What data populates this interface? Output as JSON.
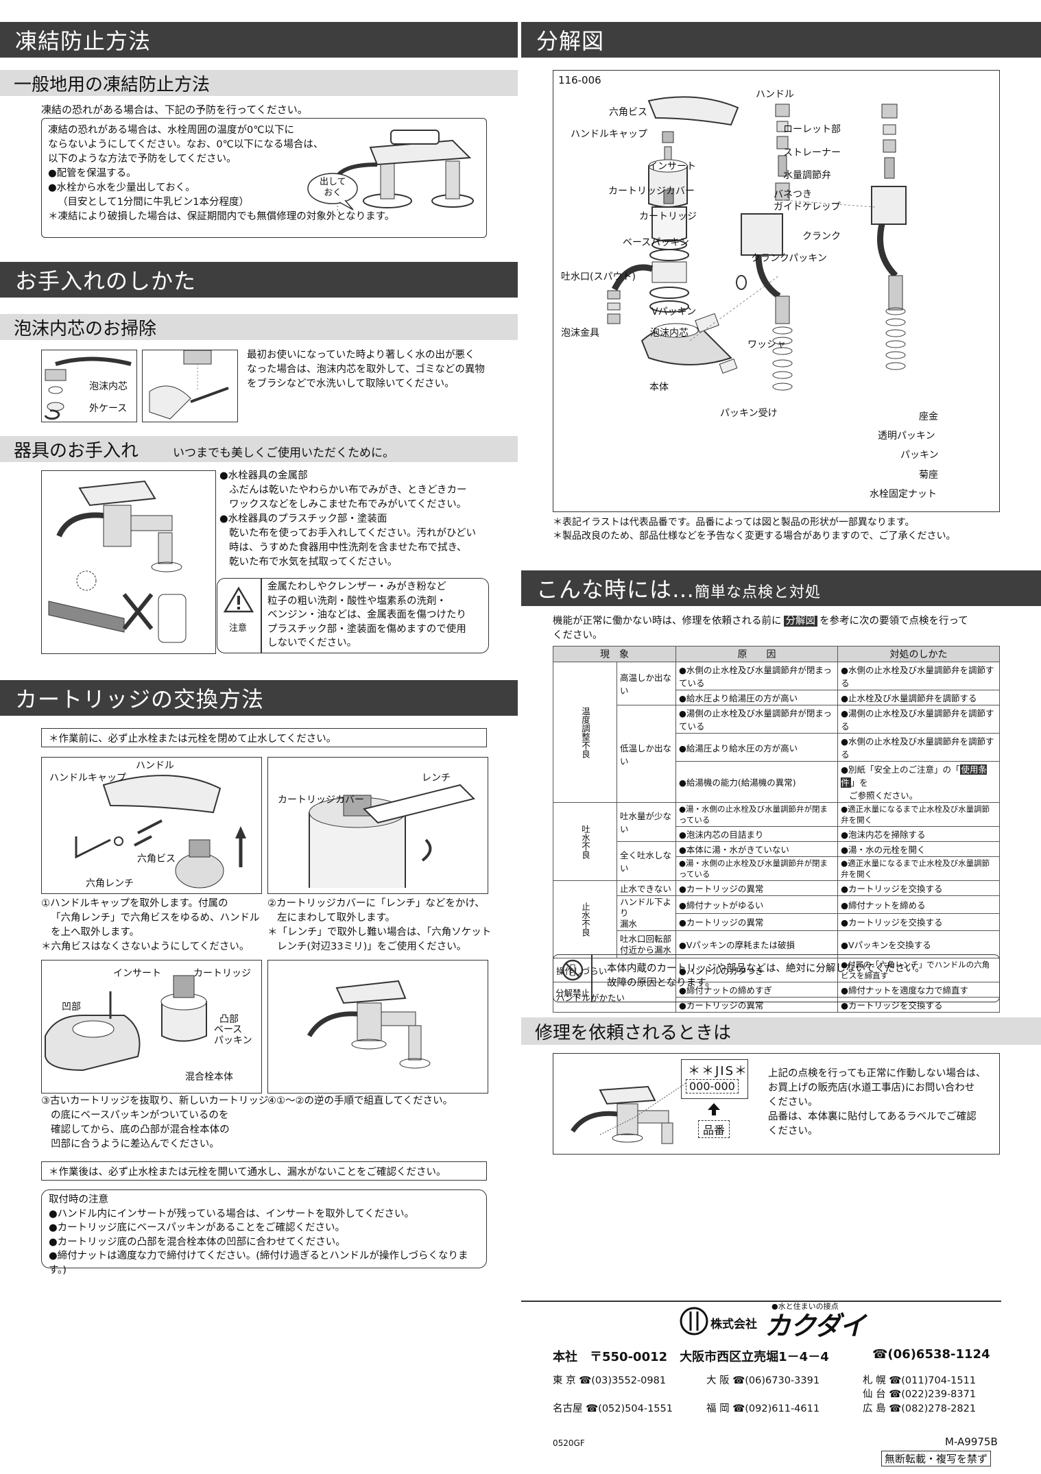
{
  "left": {
    "freeze": {
      "title": "凍結防止方法",
      "sub": "一般地用の凍結防止方法",
      "intro": "凍結の恐れがある場合は、下記の予防を行ってください。",
      "box_lines": [
        "凍結の恐れがある場合は、水栓周囲の温度が0℃以下に",
        "ならないようにしてください。なお、0℃以下になる場合は、",
        "以下のような方法で予防をしてください。",
        "●配管を保温する。",
        "●水栓から水を少量出しておく。",
        "（目安として1分間に牛乳ビン1本分程度）",
        "＊凍結により破損した場合は、保証期間内でも無償修理の対象外となります。"
      ],
      "bubble": [
        "出して",
        "おく"
      ]
    },
    "care": {
      "title": "お手入れのしかた",
      "aerator_title": "泡沫内芯のお掃除",
      "aerator_labels": {
        "inner": "泡沫内芯",
        "outer": "外ケース"
      },
      "aerator_text": [
        "最初お使いになっていた時より著しく水の出が悪く",
        "なった場合は、泡沫内芯を取外して、ゴミなどの異物",
        "をブラシなどで水洗いして取除いてください。"
      ],
      "fixture_title": "器具のお手入れ",
      "fixture_subtitle": "いつまでも美しくご使用いただくために。",
      "fixture_text": [
        "●水栓器具の金属部",
        "ふだんは乾いたやわらかい布でみがき、ときどきカー",
        "ワックスなどをしみこませた布でみがいてください。",
        "●水栓器具のプラスチック部・塗装面",
        "乾いた布を使ってお手入れしてください。汚れがひどい",
        "時は、うすめた食器用中性洗剤を含ませた布で拭き、",
        "乾いた布で水気を拭取ってください。"
      ],
      "caution_text": [
        "金属たわしやクレンザー・みがき粉など",
        "粒子の粗い洗剤・酸性や塩素系の洗剤・",
        "ベンジン・油などは、金属表面を傷つけたり",
        "プラスチック部・塗装面を傷めますので使用",
        "しないでください。"
      ],
      "caution_label": "注意"
    },
    "cartridge": {
      "title": "カートリッジの交換方法",
      "pre_note": "＊作業前に、必ず止水栓または元栓を閉めて止水してください。",
      "fig1_labels": {
        "handle": "ハンドル",
        "cap": "ハンドルキャップ",
        "screw": "六角ビス",
        "wrench": "六角レンチ"
      },
      "fig2_labels": {
        "wrench": "レンチ",
        "cover": "カートリッジカバー"
      },
      "step1": [
        "①ハンドルキャップを取外します。付属の",
        "「六角レンチ」で六角ビスをゆるめ、ハンドル",
        "を上へ取外します。",
        "＊六角ビスはなくさないようにしてください。"
      ],
      "step2": [
        "②カートリッジカバーに「レンチ」などをかけ、",
        "左にまわして取外します。",
        "＊「レンチ」で取外し難い場合は、「六角ソケット",
        "レンチ(対辺33ミリ)」をご使用ください。"
      ],
      "fig3_labels": {
        "insert": "インサート",
        "cartridge": "カートリッジ",
        "recess": "凹部",
        "bump": "凸部",
        "packing1": "ベース",
        "packing2": "パッキン",
        "body": "混合栓本体"
      },
      "step3": [
        "③古いカートリッジを抜取り、新しいカートリッジ",
        "の底にベースパッキンがついているのを",
        "確認してから、底の凸部が混合栓本体の",
        "凹部に合うように差込んでください。"
      ],
      "step4": [
        "④①～②の逆の手順で組直してください。"
      ],
      "post_note": "＊作業後は、必ず止水栓または元栓を開いて通水し、漏水がないことをご確認ください。",
      "install_notes": [
        "取付時の注意",
        "●ハンドル内にインサートが残っている場合は、インサートを取外してください。",
        "●カートリッジ底にベースパッキンがあることをご確認ください。",
        "●カートリッジ底の凸部を混合栓本体の凹部に合わせてください。",
        "●締付ナットは適度な力で締付けてください。(締付け過ぎるとハンドルが操作しづらくなります。)"
      ]
    }
  },
  "right": {
    "exploded": {
      "title": "分解図",
      "model": "116-006",
      "labels": {
        "handle": "ハンドル",
        "hexscrew": "六角ビス",
        "cap": "ハンドルキャップ",
        "insert": "インサート",
        "cover": "カートリッジカバー",
        "cartridge": "カートリッジ",
        "basepacking": "ベースパッキン",
        "spout": "吐水口(スパウト)",
        "vpacking": "Vパッキン",
        "aerator_set": "泡沫金具",
        "aerator_core": "泡沫内芯",
        "washer": "ワッシャ",
        "body": "本体",
        "packingholder": "パッキン受け",
        "knurl": "ローレット部",
        "strainer": "ストレーナー",
        "valve": "水量調節弁",
        "spring1": "バネつき",
        "spring2": "ガイドケレップ",
        "crank": "クランク",
        "crankpacking": "クランクパッキン",
        "seat": "座金",
        "clearpacking": "透明パッキン",
        "packing": "パッキン",
        "kikuza": "菊座",
        "nut": "水栓固定ナット"
      },
      "notes": [
        "＊表記イラストは代表品番です。品番によっては図と製品の形状が一部異なります。",
        "＊製品改良のため、部品仕様などを予告なく変更する場合がありますので、ご了承ください。"
      ]
    },
    "trouble": {
      "title": "こんな時には…",
      "title_sub": "簡単な点検と対処",
      "intro1": "機能が正常に働かない時は、修理を依頼される前に",
      "intro_tag": "分解図",
      "intro2": "を参考に次の要領で点検を行って",
      "intro3": "ください。",
      "headers": [
        "現　象",
        "原　　因",
        "対処のしかた"
      ],
      "cats": {
        "temp": "温度調整不良",
        "flow": "吐水不良",
        "stop": "止水不良"
      },
      "rows": {
        "r1": {
          "sym": "高温しか出ない",
          "c": "●水側の止水栓及び水量調節弁が閉まっている",
          "f": "●水側の止水栓及び水量調節弁を調節する"
        },
        "r2": {
          "c": "●給水圧より給湯圧の方が高い",
          "f": "●止水栓及び水量調節弁を調節する"
        },
        "r3": {
          "sym": "低温しか出ない",
          "c": "●湯側の止水栓及び水量調節弁が閉まっている",
          "f": "●湯側の止水栓及び水量調節弁を調節する"
        },
        "r4": {
          "c": "●給湯圧より給水圧の方が高い",
          "f": "●水側の止水栓及び水量調節弁を調節する"
        },
        "r5": {
          "c": "●給湯機の能力(給湯機の異常)",
          "f1": "●別紙「安全上のご注意」の「",
          "ftag": "使用条件",
          "f2": "」を",
          "f3": "ご参照ください。"
        },
        "r6": {
          "sym": "吐水量が少ない",
          "c": "●湯・水側の止水栓及び水量調節弁が閉まっている",
          "f": "●適正水量になるまで止水栓及び水量調節弁を開く"
        },
        "r7": {
          "c": "●泡沫内芯の目詰まり",
          "f": "●泡沫内芯を掃除する"
        },
        "r8": {
          "sym": "全く吐水しない",
          "c": "●本体に湯・水がきていない",
          "f": "●湯・水の元栓を開く"
        },
        "r9": {
          "c": "●湯・水側の止水栓及び水量調節弁が閉まっている",
          "f": "●適正水量になるまで止水栓及び水量調節弁を開く"
        },
        "r10": {
          "sym": "止水できない",
          "c": "●カートリッジの異常",
          "f": "●カートリッジを交換する"
        },
        "r11": {
          "sym1": "ハンドル下より",
          "sym2": "漏水",
          "c": "●締付ナットがゆるい",
          "f": "●締付ナットを締める"
        },
        "r12": {
          "c": "●カートリッジの異常",
          "f": "●カートリッジを交換する"
        },
        "r13": {
          "sym1": "吐水口回転部",
          "sym2": "付近から漏水",
          "c": "●Vパッキンの摩耗または破損",
          "f": "●Vパッキンを交換する"
        },
        "r14": {
          "sym": "操作しづらい",
          "c": "●ハンドルのガタつき",
          "f": "●付属の「六角レンチ」でハンドルの六角ビスを締直す"
        },
        "r15": {
          "sym": "ハンドルがかたい",
          "c": "●締付ナットの締めすぎ",
          "f": "●締付ナットを適度な力で締直す"
        },
        "r16": {
          "c": "●カートリッジの異常",
          "f": "●カートリッジを交換する"
        }
      },
      "nodisassemble_label": "分解禁止",
      "nodisassemble_text": [
        "本体内蔵のカートリッジや部品などは、絶対に分解しないでください。",
        "故障の原因となります。"
      ]
    },
    "repair": {
      "title": "修理を依頼されるときは",
      "label_top": "＊＊JIS＊",
      "label_num": "000-000",
      "label_caption": "品番",
      "text": [
        "上記の点検を行っても正常に作動しない場合は、",
        "お買上げの販売店(水道工事店)にお問い合わせ",
        "ください。",
        "品番は、本体裏に貼付してあるラベルでご確認",
        "ください。"
      ]
    },
    "company": {
      "tagline": "●水と住まいの接点",
      "prefix": "株式会社",
      "name": "カクダイ",
      "hq": "本社　〒550-0012　大阪市西区立売堀1－4－4",
      "hq_tel": "☎(06)6538-1124",
      "branches": [
        {
          "city": "東 京",
          "tel": "☎(03)3552-0981"
        },
        {
          "city": "大 阪",
          "tel": "☎(06)6730-3391"
        },
        {
          "city": "札 幌",
          "tel": "☎(011)704-1511"
        },
        {
          "city": "仙 台",
          "tel": "☎(022)239-8371"
        },
        {
          "city": "名古屋",
          "tel": "☎(052)504-1551"
        },
        {
          "city": "福 岡",
          "tel": "☎(092)611-4611"
        },
        {
          "city": "広 島",
          "tel": "☎(082)278-2821"
        }
      ],
      "code": "M-A9975B",
      "print_code": "0520GF",
      "copyright": "無断転載・複写を禁ず"
    }
  }
}
